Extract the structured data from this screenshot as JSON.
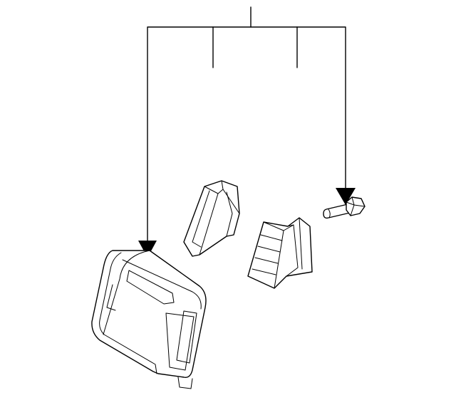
{
  "diagram": {
    "parts": [
      {
        "id": "seat-back-cover"
      },
      {
        "id": "side-trim-bracket"
      },
      {
        "id": "hinge-cover"
      },
      {
        "id": "mounting-bolt"
      }
    ],
    "colors": {
      "line": "#000000",
      "background": "#ffffff"
    }
  }
}
